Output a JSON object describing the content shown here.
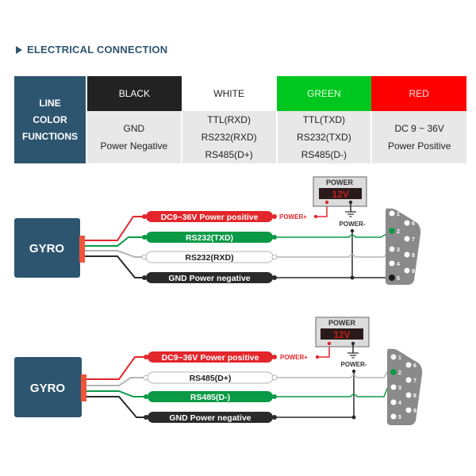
{
  "section": {
    "title": "ELECTRICAL CONNECTION",
    "icon": "triangle-right-icon"
  },
  "table": {
    "header_label": [
      "LINE",
      "COLOR",
      "FUNCTIONS"
    ],
    "columns": [
      {
        "color_name": "BLACK",
        "color": "#222222",
        "functions": [
          "GND",
          "Power Negative"
        ]
      },
      {
        "color_name": "WHITE",
        "color": "#ffffff",
        "functions": [
          "TTL(RXD)",
          "RS232(RXD)",
          "RS485(D+)"
        ]
      },
      {
        "color_name": "GREEN",
        "color": "#00c71f",
        "functions": [
          "TTL(TXD)",
          "RS232(TXD)",
          "RS485(D-)"
        ]
      },
      {
        "color_name": "RED",
        "color": "#ff0000",
        "functions": [
          "DC 9 ~ 36V",
          "Power Positive"
        ]
      }
    ]
  },
  "diagrams": [
    {
      "name": "rs232",
      "device": "GYRO",
      "wires": [
        {
          "label": "DC9~36V Power positive",
          "color": "red",
          "target": "power+"
        },
        {
          "label": "RS232(TXD)",
          "color": "green",
          "target": "pin 2"
        },
        {
          "label": "RS232(RXD)",
          "color": "white",
          "target": "pin 3"
        },
        {
          "label": "GND  Power negative",
          "color": "black",
          "target": "pin 5"
        }
      ],
      "power": {
        "title": "POWER",
        "display": "12V",
        "plus_label": "POWER+",
        "minus_label": "POWER-"
      },
      "connector_pins": [
        "1",
        "2",
        "3",
        "4",
        "5",
        "6",
        "7",
        "8",
        "9"
      ]
    },
    {
      "name": "rs485",
      "device": "GYRO",
      "wires": [
        {
          "label": "DC9~36V Power positive",
          "color": "red",
          "target": "power+"
        },
        {
          "label": "RS485(D+)",
          "color": "white",
          "target": "pin 1"
        },
        {
          "label": "RS485(D-)",
          "color": "green",
          "target": "pin 2"
        },
        {
          "label": "GND  Power negative",
          "color": "black",
          "target": "power-"
        }
      ],
      "power": {
        "title": "POWER",
        "display": "12V",
        "plus_label": "POWER+",
        "minus_label": "POWER-"
      },
      "connector_pins": [
        "1",
        "2",
        "3",
        "4",
        "5",
        "6",
        "7",
        "8",
        "9"
      ]
    }
  ],
  "colors": {
    "accent": "#2e5570",
    "red": "#e3262b",
    "green": "#0a9a46",
    "white_wire": "#b5b5b5",
    "black": "#2a2a2a",
    "connector": "#8a8a8a"
  }
}
